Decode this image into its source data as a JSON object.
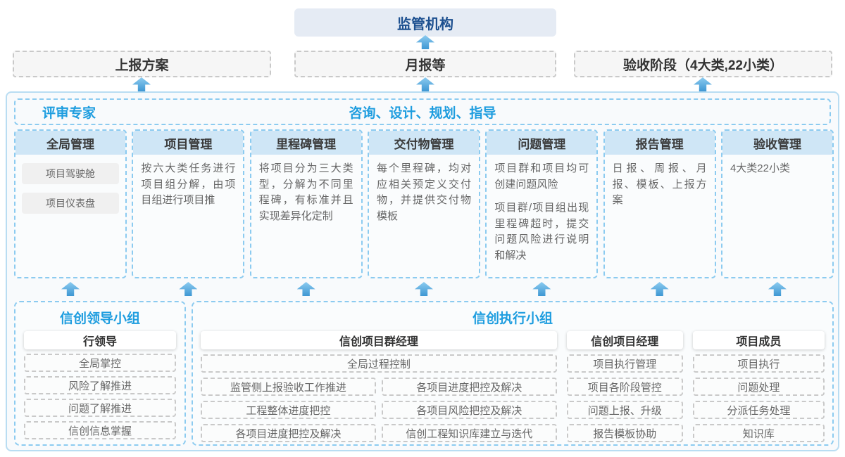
{
  "top": {
    "regulator": "监管机构",
    "boxes": [
      "上报方案",
      "月报等",
      "验收阶段（4大类,22小类）"
    ]
  },
  "experts": {
    "left": "评审专家",
    "center": "咨询、设计、规划、指导"
  },
  "columns": [
    {
      "title": "全局管理",
      "pills": [
        "项目驾驶舱",
        "项目仪表盘"
      ]
    },
    {
      "title": "项目管理",
      "text": "按六大类任务进行项目组分解，由项目组进行项目推"
    },
    {
      "title": "里程碑管理",
      "text": "将项目分为三大类型，分解为不同里程碑，有标准并且实现差异化定制"
    },
    {
      "title": "交付物管理",
      "text": "每个里程碑，均对应相关预定义交付物，并提供交付物模板"
    },
    {
      "title": "问题管理",
      "text": "项目群和项目均可创建问题风险",
      "text2": "项目群/项目组出现里程碑超时，提交问题风险进行说明和解决"
    },
    {
      "title": "报告管理",
      "text": "日报、周报、月报、模板、上报方案"
    },
    {
      "title": "验收管理",
      "text": "4大类22小类"
    }
  ],
  "groups": {
    "leader": {
      "title": "信创领导小组",
      "role": "行领导",
      "tasks": [
        "全局掌控",
        "风险了解推进",
        "问题了解推进",
        "信创信息掌握"
      ]
    },
    "exec": {
      "title": "信创执行小组",
      "program_manager": {
        "role": "信创项目群经理",
        "full_task": "全局过程控制",
        "left_tasks": [
          "监管侧上报验收工作推进",
          "工程整体进度把控",
          "各项目进度把控及解决"
        ],
        "right_tasks": [
          "各项目进度把控及解决",
          "各项目风险把控及解决",
          "信创工程知识库建立与迭代"
        ]
      },
      "project_manager": {
        "role": "信创项目经理",
        "tasks": [
          "项目执行管理",
          "项目各阶段管控",
          "问题上报、升级",
          "报告模板协助"
        ]
      },
      "member": {
        "role": "项目成员",
        "tasks": [
          "项目执行",
          "问题处理",
          "分派任务处理",
          "知识库"
        ]
      }
    }
  },
  "colors": {
    "accent_blue": "#1e9ddf",
    "regulator_text": "#1c4f8f",
    "regulator_bg": "#e5ebf4",
    "column_header_bg": "#cfe6f6",
    "dashed_blue": "#8ccbf0",
    "container_border": "#b9ddf2",
    "arrow_blue": "#3e97d3"
  }
}
